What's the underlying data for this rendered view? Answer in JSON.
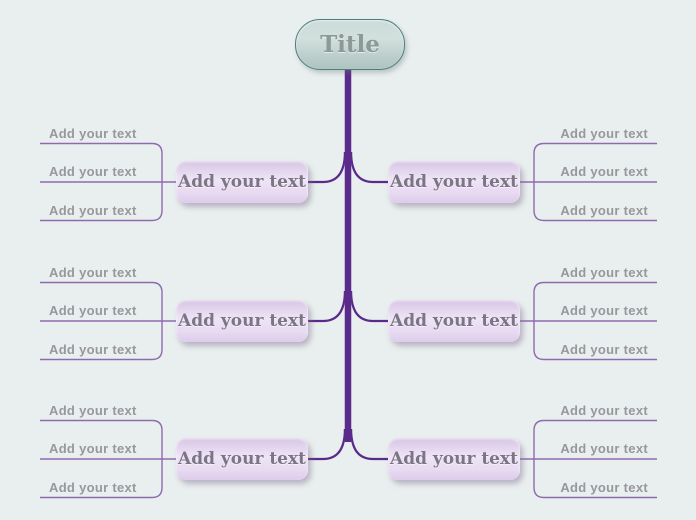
{
  "title": {
    "label": "Title"
  },
  "palette": {
    "background": "#e9efee",
    "spine": "#5b2b8b",
    "connector": "#5b2b8b",
    "leaf_line": "#8f6ab0",
    "node_fill": "#e6d8f0",
    "node_text": "#7b7685",
    "leaf_text": "#97979d",
    "title_fill": "#bfd1ce",
    "title_border": "#47807f",
    "title_text": "#8d9996"
  },
  "branches": [
    {
      "side": "left",
      "row": 0,
      "label": "Add your text",
      "leaves": [
        "Add your text",
        "Add your text",
        "Add your text"
      ]
    },
    {
      "side": "right",
      "row": 0,
      "label": "Add your text",
      "leaves": [
        "Add your text",
        "Add your text",
        "Add your text"
      ]
    },
    {
      "side": "left",
      "row": 1,
      "label": "Add your text",
      "leaves": [
        "Add your text",
        "Add your text",
        "Add your text"
      ]
    },
    {
      "side": "right",
      "row": 1,
      "label": "Add your text",
      "leaves": [
        "Add your text",
        "Add your text",
        "Add your text"
      ]
    },
    {
      "side": "left",
      "row": 2,
      "label": "Add your text",
      "leaves": [
        "Add your text",
        "Add your text",
        "Add your text"
      ]
    },
    {
      "side": "right",
      "row": 2,
      "label": "Add your text",
      "leaves": [
        "Add your text",
        "Add your text",
        "Add your text"
      ]
    }
  ]
}
